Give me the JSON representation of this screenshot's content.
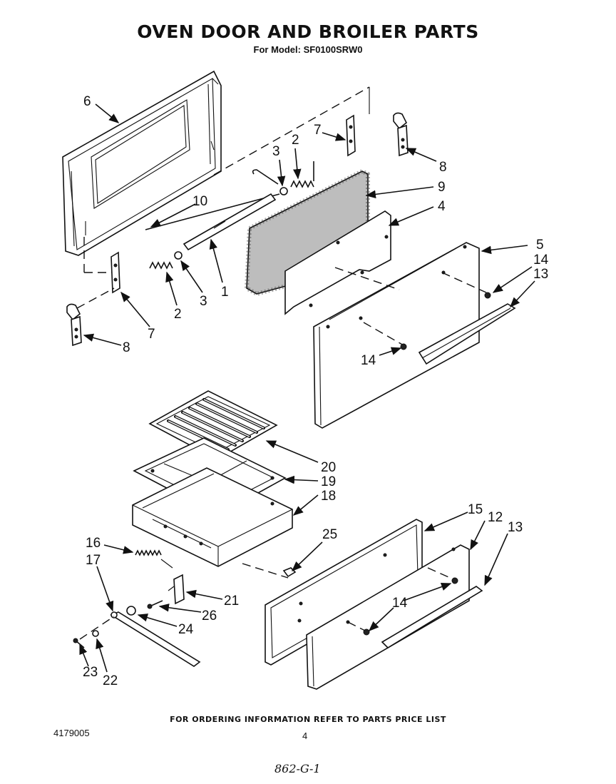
{
  "title": "OVEN DOOR AND BROILER PARTS",
  "subtitle": "For Model: SF0100SRW0",
  "footer": "FOR ORDERING INFORMATION REFER TO PARTS PRICE LIST",
  "doc_number": "4179005",
  "page_number": "4",
  "handwritten_note": "862-G-1",
  "callouts": {
    "c6": "6",
    "c7a": "7",
    "c3a": "3",
    "c2a": "2",
    "c8a": "8",
    "c10": "10",
    "c9": "9",
    "c4": "4",
    "c5": "5",
    "c14a": "14",
    "c13a": "13",
    "c2b": "2",
    "c3b": "3",
    "c1": "1",
    "c7b": "7",
    "c8b": "8",
    "c14b": "14",
    "c20": "20",
    "c19": "19",
    "c18": "18",
    "c15": "15",
    "c12": "12",
    "c13b": "13",
    "c16": "16",
    "c17": "17",
    "c25": "25",
    "c21": "21",
    "c26": "26",
    "c24": "24",
    "c14c": "14",
    "c23": "23",
    "c22": "22"
  }
}
